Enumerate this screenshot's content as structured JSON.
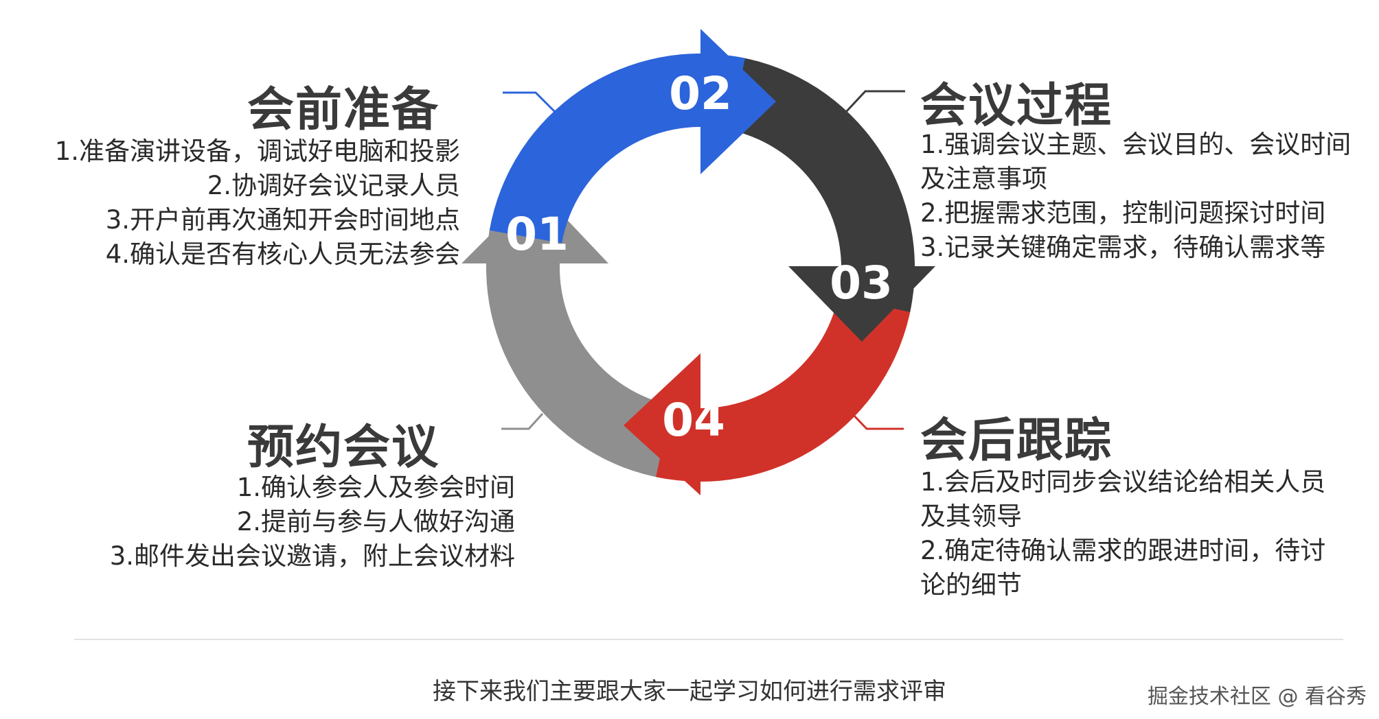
{
  "steps": [
    {
      "number": "01",
      "title": "预约会议",
      "color": "#8f8f8f",
      "items": [
        "1.确认参会人及参会时间",
        "2.提前与参与人做好沟通",
        "3.邮件发出会议邀请，附上会议材料"
      ]
    },
    {
      "number": "02",
      "title": "会前准备",
      "color": "#2c64db",
      "items": [
        "1.准备演讲设备，调试好电脑和投影",
        "2.协调好会议记录人员",
        "3.开户前再次通知开会时间地点",
        "4.确认是否有核心人员无法参会"
      ]
    },
    {
      "number": "03",
      "title": "会议过程",
      "color": "#3c3c3c",
      "items": [
        "1.强调会议主题、会议目的、会议时间及注意事项",
        "2.把握需求范围，控制问题探讨时间",
        "3.记录关键确定需求，待确认需求等"
      ]
    },
    {
      "number": "04",
      "title": "会后跟踪",
      "color": "#d0322a",
      "items": [
        "1.会后及时同步会议结论给相关人员及其领导",
        "2.确定待确认需求的跟进时间，待讨论的细节"
      ]
    }
  ],
  "caption": "接下来我们主要跟大家一起学习如何进行需求评审",
  "watermark": "掘金技术社区 @ 看谷秀"
}
